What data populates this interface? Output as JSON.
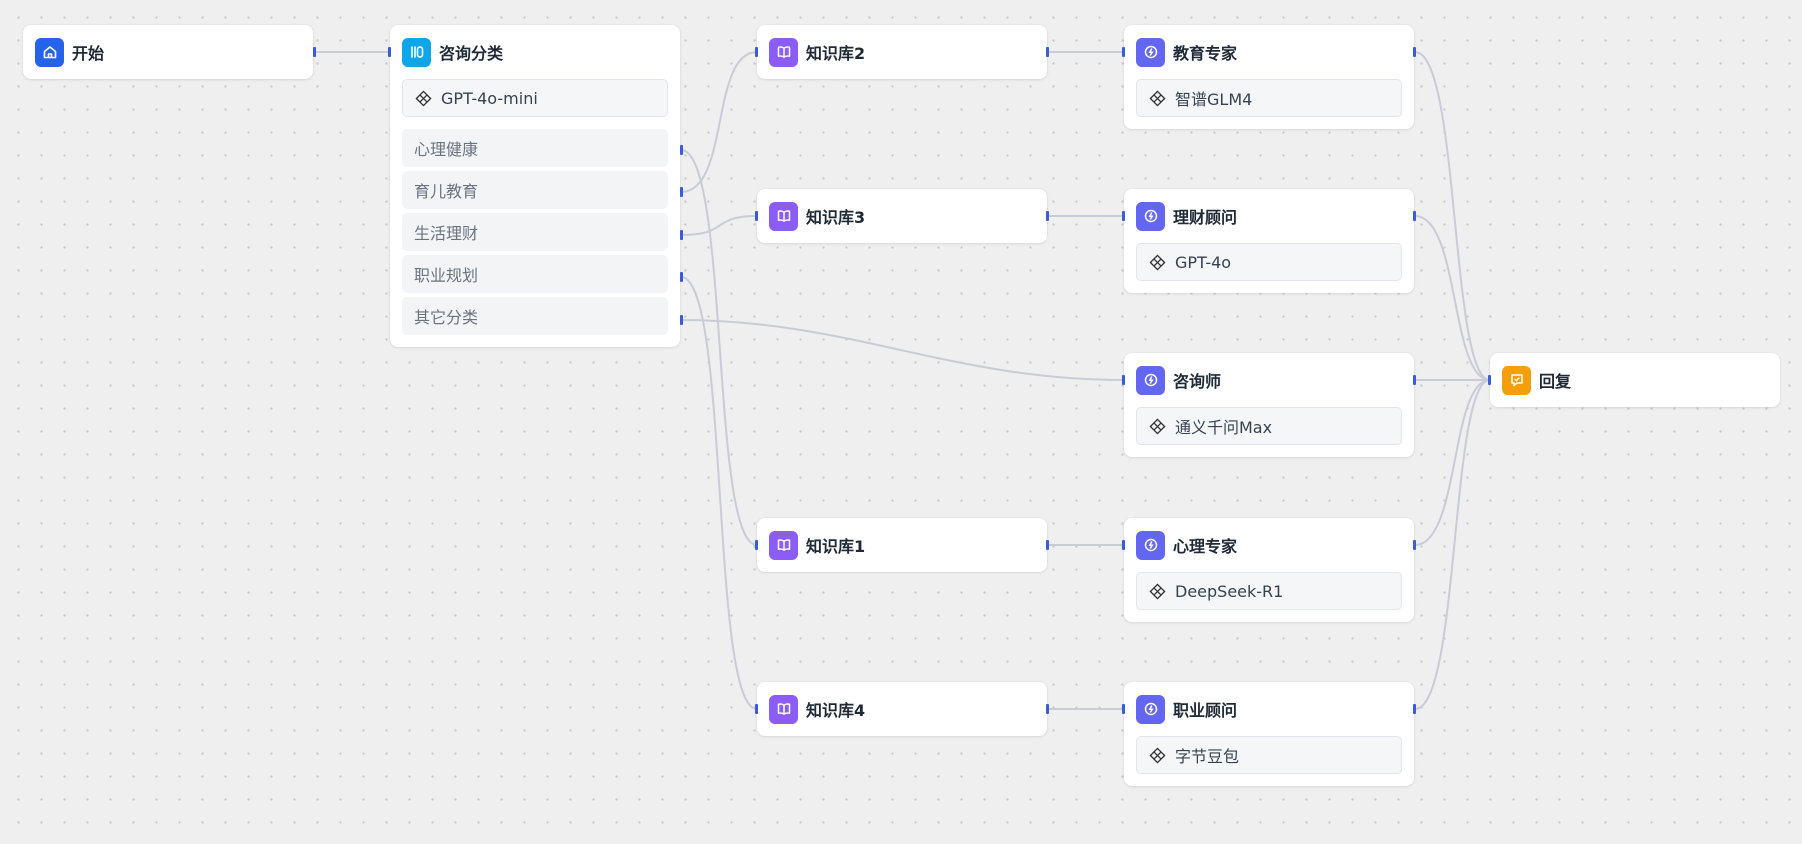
{
  "nodes": {
    "start": {
      "title": "开始"
    },
    "classifier": {
      "title": "咨询分类",
      "model": "GPT-4o-mini",
      "categories": [
        "心理健康",
        "育儿教育",
        "生活理财",
        "职业规划",
        "其它分类"
      ]
    },
    "kb2": {
      "title": "知识库2"
    },
    "kb3": {
      "title": "知识库3"
    },
    "kb1": {
      "title": "知识库1"
    },
    "kb4": {
      "title": "知识库4"
    },
    "edu_expert": {
      "title": "教育专家",
      "model": "智谱GLM4"
    },
    "finance_advisor": {
      "title": "理财顾问",
      "model": "GPT-4o"
    },
    "consultant": {
      "title": "咨询师",
      "model": "通义千问Max"
    },
    "psych_expert": {
      "title": "心理专家",
      "model": "DeepSeek-R1"
    },
    "career_advisor": {
      "title": "职业顾问",
      "model": "字节豆包"
    },
    "reply": {
      "title": "回复"
    }
  },
  "icons": {
    "start": "home-icon",
    "classifier": "classifier-icon",
    "knowledge": "book-icon",
    "llm": "llm-icon",
    "model": "model-diamond-icon",
    "reply": "reply-icon"
  },
  "colors": {
    "start": "#2563eb",
    "classifier": "#0ea5e9",
    "knowledge": "#8b5cf6",
    "llm": "#6366f1",
    "reply": "#f59e0b",
    "edge": "#c9ccd6",
    "handle": "#3b5bdb"
  }
}
